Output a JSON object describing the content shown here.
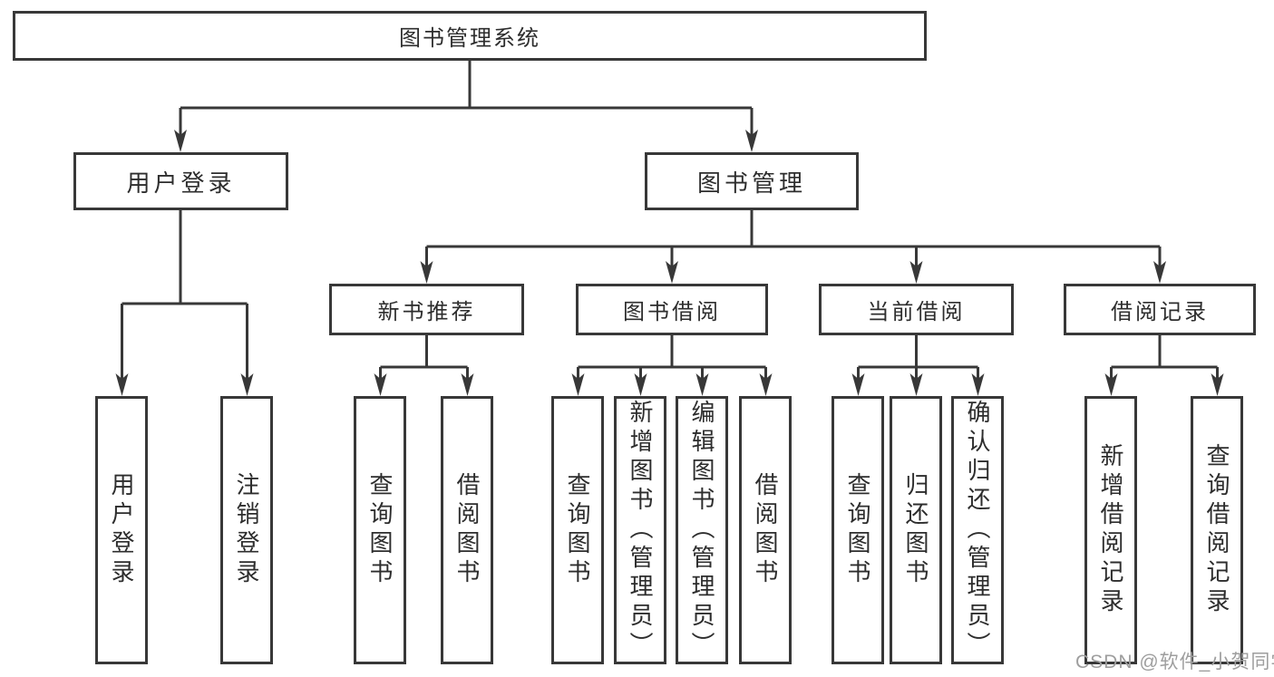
{
  "tree": {
    "root": "图书管理系统",
    "branches": [
      {
        "label": "用户登录",
        "children": [
          "用户登录",
          "注销登录"
        ]
      },
      {
        "label": "图书管理",
        "sections": [
          {
            "label": "新书推荐",
            "children": [
              "查询图书",
              "借阅图书"
            ]
          },
          {
            "label": "图书借阅",
            "children": [
              "查询图书",
              "新增图书（管理员）",
              "编辑图书（管理员）",
              "借阅图书"
            ]
          },
          {
            "label": "当前借阅",
            "children": [
              "查询图书",
              "归还图书",
              "确认归还（管理员）"
            ]
          },
          {
            "label": "借阅记录",
            "children": [
              "新增借阅记录",
              "查询借阅记录"
            ]
          }
        ]
      }
    ]
  },
  "watermark": {
    "text": "CSDN @软件_小贺同学"
  },
  "colors": {
    "line": "#383838",
    "text": "#2d2d2d",
    "background": "#ffffff",
    "watermark": "#9e9e9e"
  }
}
